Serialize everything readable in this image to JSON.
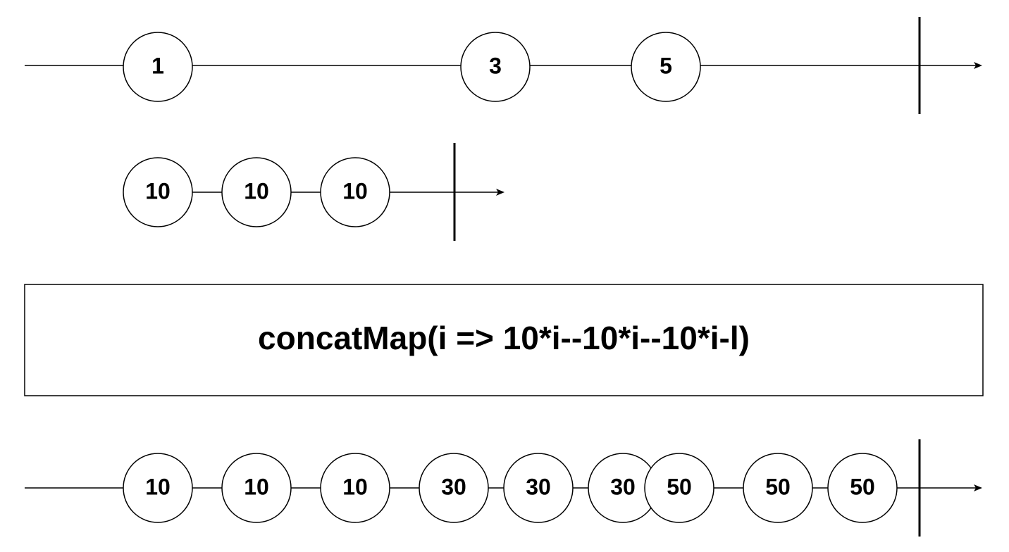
{
  "source_stream": {
    "marbles": [
      {
        "label": "1"
      },
      {
        "label": "3"
      },
      {
        "label": "5"
      }
    ],
    "completed": true
  },
  "inner_stream": {
    "marbles": [
      {
        "label": "10"
      },
      {
        "label": "10"
      },
      {
        "label": "10"
      }
    ],
    "completed": true
  },
  "operator": {
    "label": "concatMap(i => 10*i--10*i--10*i-l)"
  },
  "output_stream": {
    "marbles": [
      {
        "label": "10"
      },
      {
        "label": "10"
      },
      {
        "label": "10"
      },
      {
        "label": "30"
      },
      {
        "label": "30"
      },
      {
        "label": "30"
      },
      {
        "label": "50"
      },
      {
        "label": "50"
      },
      {
        "label": "50"
      }
    ],
    "completed": true
  },
  "colors": {
    "stroke": "#000000",
    "fill": "#ffffff",
    "background": "#ffffff"
  }
}
